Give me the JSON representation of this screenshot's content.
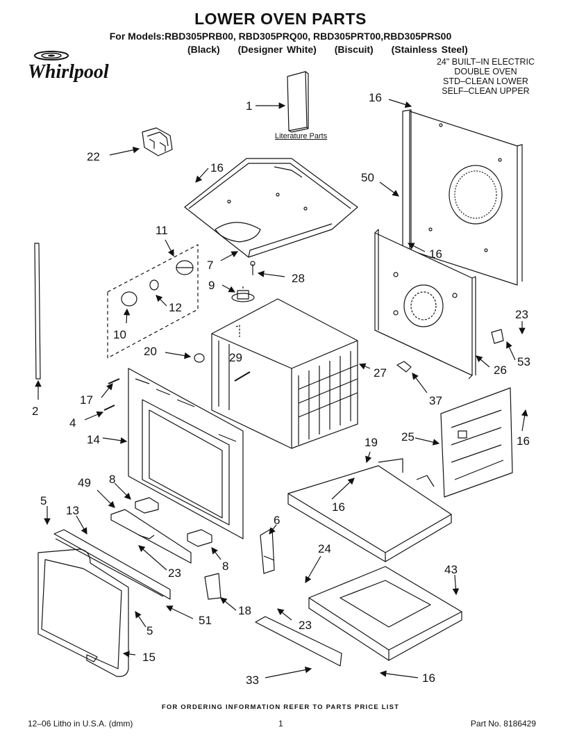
{
  "header": {
    "title": "LOWER OVEN PARTS",
    "models": "For Models:RBD305PRB00, RBD305PRQ00, RBD305PRT00,RBD305PRS00",
    "colors": [
      "(Black)",
      "(Designer White)",
      "(Biscuit)",
      "(Stainless Steel)"
    ]
  },
  "brand": {
    "name": "Whirlpool"
  },
  "appliance_description": [
    "24\" BUILT–IN ELECTRIC",
    "DOUBLE OVEN",
    "STD–CLEAN LOWER",
    "SELF–CLEAN UPPER"
  ],
  "literature_label": "Literature Parts",
  "callouts": {
    "c1": "1",
    "c2": "2",
    "c4": "4",
    "c5a": "5",
    "c5b": "5",
    "c6": "6",
    "c7": "7",
    "c8a": "8",
    "c8b": "8",
    "c9": "9",
    "c10": "10",
    "c11": "11",
    "c12": "12",
    "c13": "13",
    "c14": "14",
    "c15": "15",
    "c16a": "16",
    "c16b": "16",
    "c16c": "16",
    "c16d": "16",
    "c16e": "16",
    "c16f": "16",
    "c17": "17",
    "c18": "18",
    "c19": "19",
    "c20": "20",
    "c22": "22",
    "c23a": "23",
    "c23b": "23",
    "c23c": "23",
    "c24": "24",
    "c25": "25",
    "c26": "26",
    "c27": "27",
    "c28": "28",
    "c29": "29",
    "c33": "33",
    "c37": "37",
    "c43": "43",
    "c49": "49",
    "c50": "50",
    "c51": "51",
    "c53": "53"
  },
  "footer": {
    "ordering_note": "FOR ORDERING INFORMATION REFER TO PARTS PRICE LIST",
    "litho": "12–06 Litho in U.S.A. (dmm)",
    "page": "1",
    "part_no": "Part No. 8186429"
  }
}
